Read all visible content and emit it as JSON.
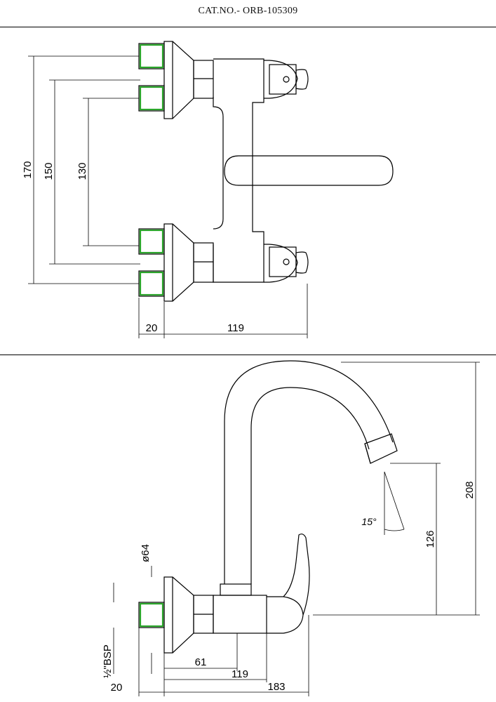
{
  "header": {
    "catalog_number": "CAT.NO.- ORB-105309"
  },
  "top_view": {
    "dimensions": {
      "overall_170": "170",
      "center_150": "150",
      "center_130": "130",
      "inlet_20": "20",
      "depth_119": "119"
    }
  },
  "side_view": {
    "dimensions": {
      "height_208": "208",
      "spout_126": "126",
      "angle": "15°",
      "flange_dia": "ø64",
      "thread": "½\"BSP",
      "inlet_20": "20",
      "body_61": "61",
      "body_119": "119",
      "reach_183": "183"
    }
  },
  "colors": {
    "line": "#000000",
    "connector_highlight": "#2aa52a",
    "background": "#ffffff"
  }
}
